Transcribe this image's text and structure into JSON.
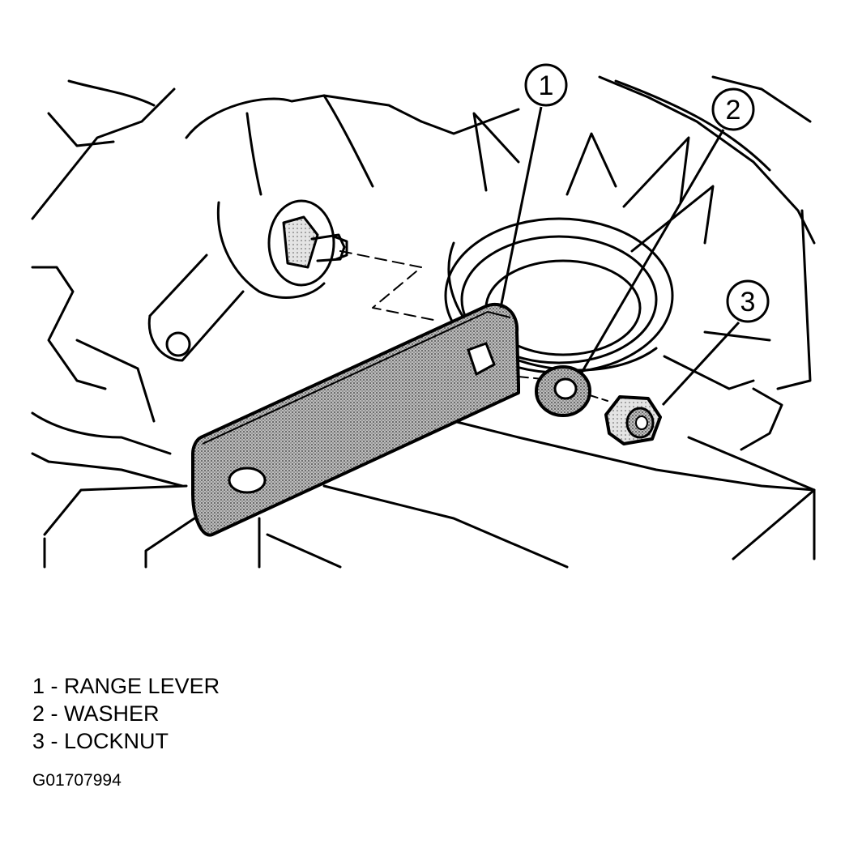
{
  "callouts": [
    {
      "number": "1",
      "label": "RANGE LEVER"
    },
    {
      "number": "2",
      "label": "WASHER"
    },
    {
      "number": "3",
      "label": "LOCKNUT"
    }
  ],
  "legend": [
    {
      "number": "1",
      "sep": " - ",
      "label": "RANGE LEVER"
    },
    {
      "number": "2",
      "sep": " - ",
      "label": "WASHER"
    },
    {
      "number": "3",
      "sep": " - ",
      "label": "LOCKNUT"
    }
  ],
  "figure_id": "G01707994",
  "colors": {
    "ink": "#000000",
    "paper": "#ffffff",
    "stipple": "#8a8a8a"
  }
}
